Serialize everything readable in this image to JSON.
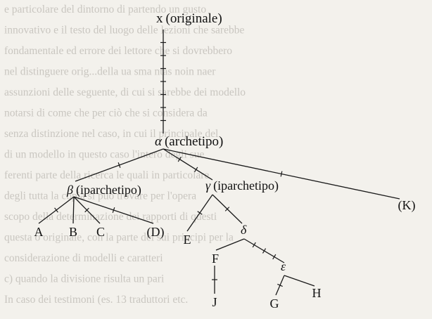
{
  "background_text": [
    "e particolare del dintorno di partendo un gusto",
    "innovativo e il testo del luogo delle lezioni che sarebbe",
    "fondamentale ed errore dei lettore che si dovrebbero",
    "nel distinguere orig...della ua sma ntas noin naer",
    "assunzioni delle seguente, di cui si sarebbe dei modello",
    "notarsi di come che per ciò che si considera da",
    "senza distinzione nel caso, in cui il principale del",
    "di un modello in questo caso l'intero degli sue",
    "ferenti parte della ricerca le quali in particolare",
    "degli tutta la copia si può trovare per l'opera",
    "scopo della determinazione dei rapporti di questi",
    "questa o originale, con la parte dei sui principi per la",
    "considerazione di modelli e caratteri",
    "c) quando la divisione risulta un pari",
    "In caso dei testimoni (es. 13 traduttori etc."
  ],
  "nodes": {
    "x": {
      "symbol": "x",
      "qualifier": "(originale)"
    },
    "alpha": {
      "symbol": "α",
      "qualifier": "(archetipo)"
    },
    "beta": {
      "symbol": "β",
      "qualifier": "(iparchetipo)"
    },
    "gamma": {
      "symbol": "γ",
      "qualifier": "(iparchetipo)"
    },
    "delta": {
      "symbol": "δ"
    },
    "epsilon": {
      "symbol": "ε"
    },
    "A": {
      "symbol": "A"
    },
    "B": {
      "symbol": "B"
    },
    "C": {
      "symbol": "C"
    },
    "D": {
      "symbol": "(D)"
    },
    "E": {
      "symbol": "E"
    },
    "F": {
      "symbol": "F"
    },
    "G": {
      "symbol": "G"
    },
    "H": {
      "symbol": "H"
    },
    "J": {
      "symbol": "J"
    },
    "K": {
      "symbol": "(K)"
    }
  },
  "edges": [
    {
      "from": "x",
      "to": "alpha",
      "ticks": 7
    },
    {
      "from": "alpha",
      "to": "beta",
      "ticks": 1
    },
    {
      "from": "alpha",
      "to": "gamma",
      "ticks": 2
    },
    {
      "from": "alpha",
      "to": "K",
      "ticks": 1
    },
    {
      "from": "beta",
      "to": "A",
      "ticks": 1
    },
    {
      "from": "beta",
      "to": "B",
      "ticks": 0
    },
    {
      "from": "beta",
      "to": "C",
      "ticks": 1
    },
    {
      "from": "beta",
      "to": "D",
      "ticks": 1
    },
    {
      "from": "gamma",
      "to": "E",
      "ticks": 1
    },
    {
      "from": "gamma",
      "to": "delta",
      "ticks": 1
    },
    {
      "from": "delta",
      "to": "F",
      "ticks": 0
    },
    {
      "from": "delta",
      "to": "epsilon",
      "ticks": 3
    },
    {
      "from": "epsilon",
      "to": "G",
      "ticks": 1
    },
    {
      "from": "epsilon",
      "to": "H",
      "ticks": 0
    },
    {
      "from": "F",
      "to": "J",
      "ticks": 1
    }
  ]
}
